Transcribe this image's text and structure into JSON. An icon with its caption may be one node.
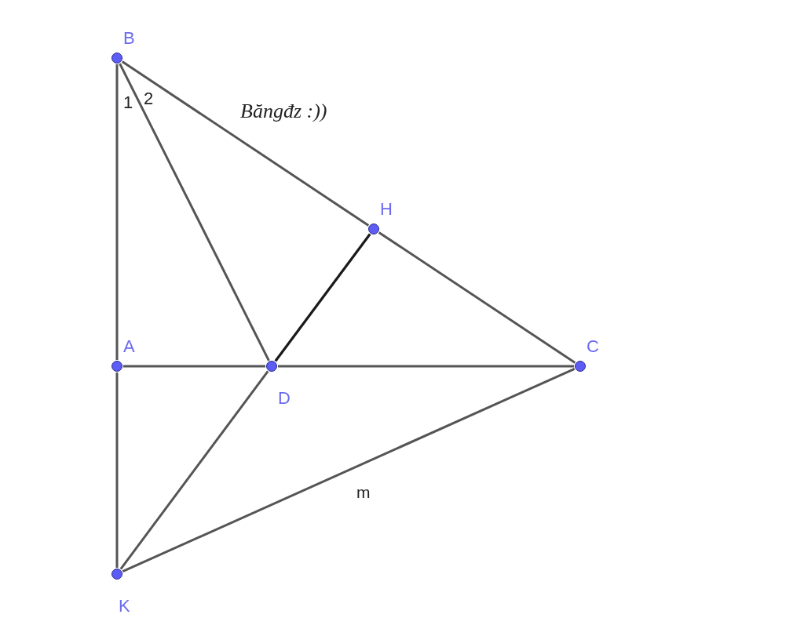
{
  "diagram": {
    "nodes": [
      {
        "text": [
          "B"
        ]
      },
      {
        "text": [
          "H"
        ]
      },
      {
        "text": [
          "A"
        ]
      },
      {
        "text": [
          "D"
        ]
      },
      {
        "text": [
          "C"
        ]
      },
      {
        "text": [
          "K"
        ]
      }
    ],
    "edges": [
      {
        "from": 0,
        "to": 2,
        "arrow": "none"
      },
      {
        "from": 2,
        "to": 5,
        "arrow": "none"
      },
      {
        "from": 0,
        "to": 3,
        "arrow": "none"
      },
      {
        "from": 0,
        "to": 1,
        "arrow": "none"
      },
      {
        "from": 1,
        "to": 4,
        "arrow": "none"
      },
      {
        "from": 2,
        "to": 3,
        "arrow": "none"
      },
      {
        "from": 3,
        "to": 4,
        "arrow": "none"
      },
      {
        "from": 3,
        "to": 1,
        "arrow": "none",
        "color": "#1a1a1a"
      },
      {
        "from": 3,
        "to": 5,
        "arrow": "none"
      },
      {
        "from": 5,
        "to": 4,
        "arrow": "none",
        "label": "m"
      }
    ],
    "labels": [
      "1",
      "2",
      "Băngđz :))"
    ]
  }
}
